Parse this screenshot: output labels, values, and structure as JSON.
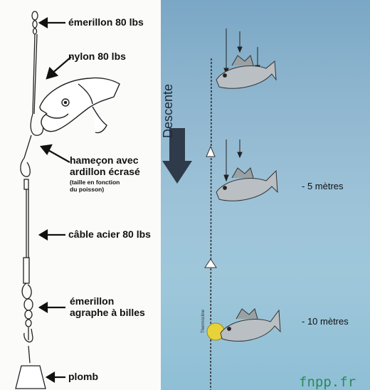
{
  "labels": {
    "swivel_top": "émerillon 80 lbs",
    "nylon": "nylon 80 lbs",
    "hook_line1": "hameçon avec",
    "hook_line2": "ardillon écrasé",
    "hook_note1": "(taille en fonction",
    "hook_note2": "du poisson)",
    "cable": "câble acier 80 lbs",
    "swivel_bottom_line1": "émerillon",
    "swivel_bottom_line2": "agraphe à billes",
    "sinker": "plomb"
  },
  "descent_label": "Descente",
  "depths": {
    "d5": "- 5 mètres",
    "d10": "- 10 mètres"
  },
  "line_tag": "Thermocline",
  "watermark": "fnpp.fr",
  "colors": {
    "water_top": "#7aa7c5",
    "water_bottom": "#8fbfd6",
    "arrow": "#2f3b4a",
    "float": "#e8d23a",
    "watermark": "#2a8a5a"
  }
}
